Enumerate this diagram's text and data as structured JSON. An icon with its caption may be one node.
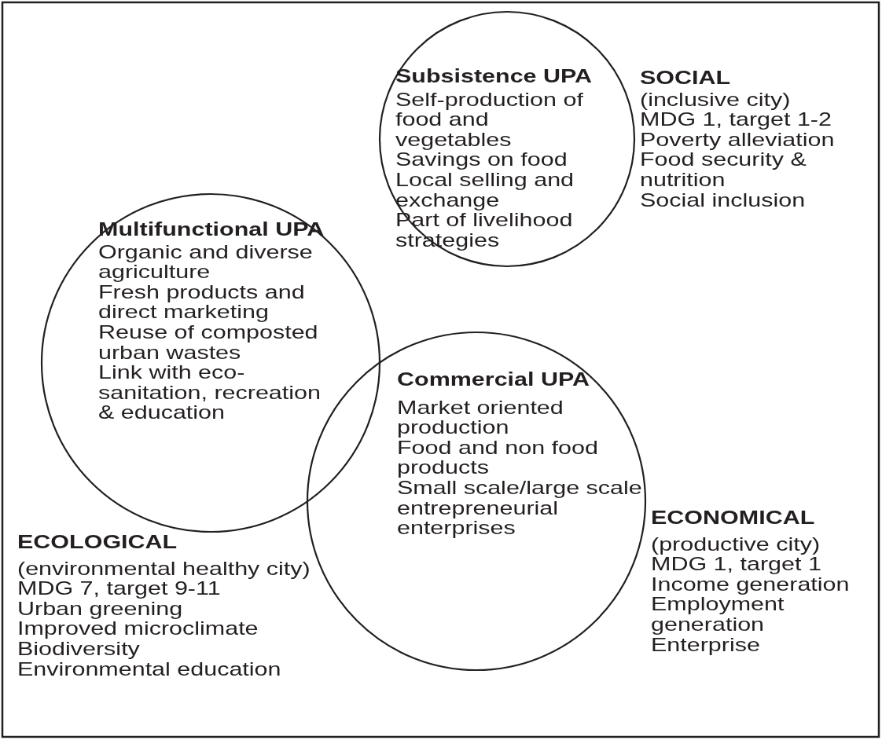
{
  "diagram": {
    "nodes": [
      {
        "text": [
          "Subsistence UPA",
          "Self-production of food and vegetables",
          "Savings on food",
          "Local selling and exchange",
          "Part of livelihood strategies"
        ]
      },
      {
        "text": [
          "Multifunctional UPA",
          "Organic and diverse agriculture",
          "Fresh products and direct marketing",
          "Reuse of composted urban wastes",
          "Link with eco-sanitation, recreation & education"
        ]
      },
      {
        "text": [
          "Commercial UPA",
          "Market oriented production",
          "Food and non food products",
          "Small scale/large scale entrepreneurial enterprises"
        ]
      }
    ],
    "edges": [],
    "labels": [
      "SOCIAL",
      "(inclusive city)",
      "MDG 1, target 1-2",
      "Poverty alleviation",
      "Food security & nutrition",
      "Social inclusion",
      "ECOLOGICAL",
      "(environmental healthy city)",
      "MDG 7, target 9-11",
      "Urban greening",
      "Improved microclimate",
      "Biodiversity",
      "Environmental education",
      "ECONOMICAL",
      "(productive city)",
      "MDG 1, target 1",
      "Income generation",
      "Employment generation",
      "Enterprise"
    ]
  }
}
